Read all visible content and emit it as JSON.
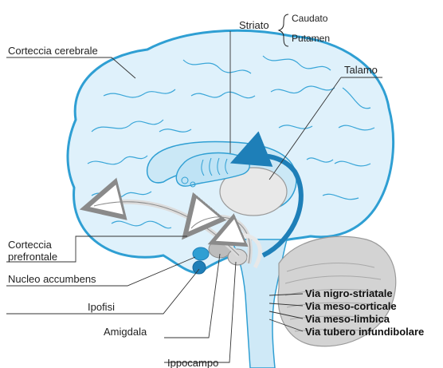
{
  "labels": {
    "cerebral_cortex": "Corteccia cerebrale",
    "striatum": "Striato",
    "caudate": "Caudato",
    "putamen": "Putamen",
    "thalamus": "Talamo",
    "prefrontal_line1": "Corteccia",
    "prefrontal_line2": "prefrontale",
    "nucleus_accumbens": "Nucleo accumbens",
    "pituitary": "Ipofisi",
    "amygdala": "Amigdala",
    "hippocampus": "Ippocampo"
  },
  "pathways": [
    {
      "label": "Via nigro-striatale"
    },
    {
      "label": "Via meso-corticale"
    },
    {
      "label": "Via meso-limbica"
    },
    {
      "label": "Via tubero infundibolare"
    }
  ],
  "colors": {
    "brain_fill": "#dff1fb",
    "brain_stroke": "#2f9fd3",
    "deep_structure": "#bfe3f5",
    "nigrostriatal_arrow": "#1e7fb8",
    "other_arrows": "#e2e2e2",
    "cerebellum": "#c9c9c9"
  }
}
